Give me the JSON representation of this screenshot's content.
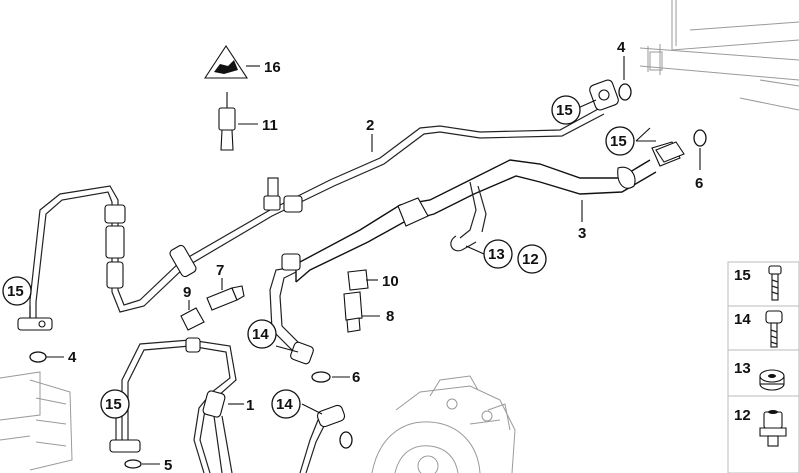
{
  "callouts": {
    "c1": "1",
    "c2": "2",
    "c3": "3",
    "c4a": "4",
    "c4b": "4",
    "c5": "5",
    "c6a": "6",
    "c6b": "6",
    "c7": "7",
    "c8": "8",
    "c9": "9",
    "c10": "10",
    "c11": "11",
    "c12": "12",
    "c13": "13",
    "c14a": "14",
    "c14b": "14",
    "c15a": "15",
    "c15b": "15",
    "c15c": "15",
    "c15d": "15",
    "c16": "16"
  },
  "parts_legend": [
    {
      "number": "15",
      "icon": "hex-bolt-icon"
    },
    {
      "number": "14",
      "icon": "socket-screw-icon"
    },
    {
      "number": "13",
      "icon": "grommet-icon"
    },
    {
      "number": "12",
      "icon": "collar-nut-icon"
    }
  ],
  "colors": {
    "line": "#111111",
    "background_part": "#9a9a9a"
  }
}
